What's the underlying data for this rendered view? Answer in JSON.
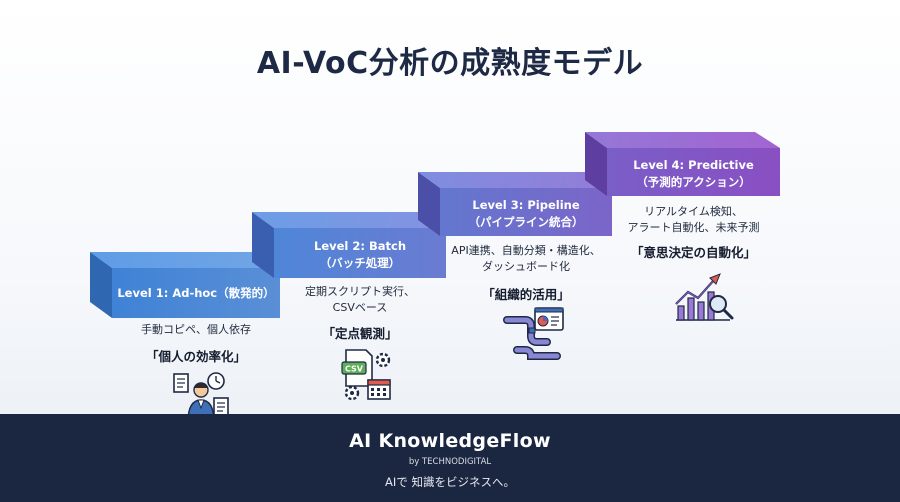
{
  "title": "AI-VoC分析の成熟度モデル",
  "levels": [
    {
      "label": "Level 1: Ad-hoc（散発的）",
      "desc_lines": [
        "手動コピペ、個人依存"
      ],
      "key": "「個人の効率化」",
      "icon": "person-documents-clock-icon",
      "color": "#4a86cf"
    },
    {
      "label": "Level 2: Batch",
      "label_sub": "（バッチ処理）",
      "desc_lines": [
        "定期スクリプト実行、",
        "CSVベース"
      ],
      "key": "「定点観測」",
      "icon": "csv-gears-calendar-icon",
      "color": "#5a78cc"
    },
    {
      "label": "Level 3: Pipeline",
      "label_sub": "（パイプライン統合）",
      "desc_lines": [
        "API連携、自動分類・構造化、",
        "ダッシュボード化"
      ],
      "key": "「組織的活用」",
      "icon": "pipeline-dashboard-icon",
      "color": "#6a68c6"
    },
    {
      "label": "Level 4: Predictive",
      "label_sub": "（予測的アクション）",
      "desc_lines": [
        "リアルタイム検知、",
        "アラート自動化、未来予測"
      ],
      "key": "「意思決定の自動化」",
      "icon": "growth-chart-magnifier-icon",
      "color": "#7d55c2"
    }
  ],
  "footer": {
    "brand": "AI KnowledgeFlow",
    "by": "by TECHNODIGITAL",
    "tagline": "AIで 知識をビジネスへ。"
  }
}
